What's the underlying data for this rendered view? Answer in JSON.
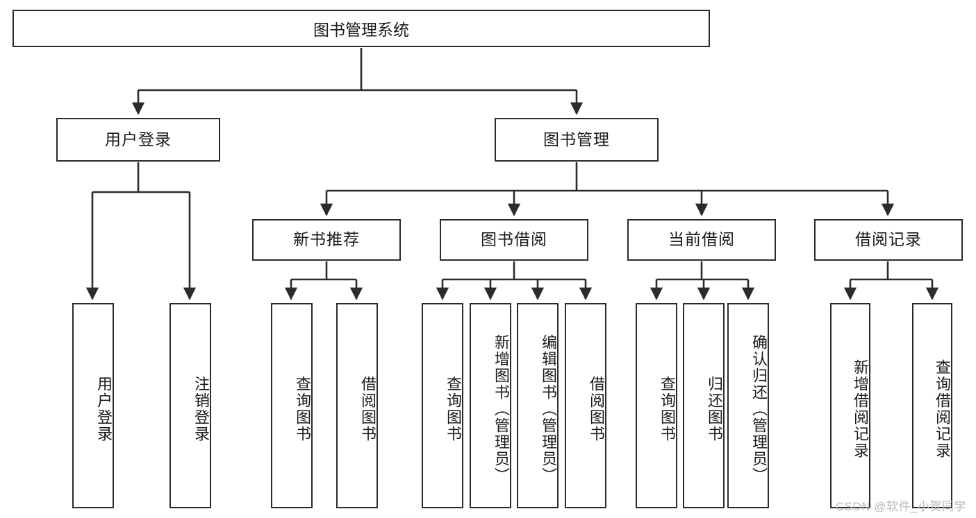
{
  "diagram": {
    "type": "tree",
    "title": "图书管理系统",
    "watermark": "CSDN @软件_小贺同学",
    "colors": {
      "box_border": "#2b2b2b",
      "box_fill": "#ffffff",
      "edge": "#2b2b2b",
      "text": "#1a1a1a",
      "watermark": "#b9b9b9"
    },
    "nodes": {
      "root": {
        "label": "图书管理系统"
      },
      "level2": [
        {
          "id": "user-login",
          "label": "用户登录"
        },
        {
          "id": "book-manage",
          "label": "图书管理"
        }
      ],
      "level3": [
        {
          "id": "new-book-recommend",
          "label": "新书推荐"
        },
        {
          "id": "book-borrow",
          "label": "图书借阅"
        },
        {
          "id": "current-borrow",
          "label": "当前借阅"
        },
        {
          "id": "borrow-record",
          "label": "借阅记录"
        }
      ],
      "leaves": {
        "user_login": [
          {
            "id": "leaf-user-login",
            "label": "用户登录"
          },
          {
            "id": "leaf-logout-login",
            "label": "注销登录"
          }
        ],
        "new_book_recommend": [
          {
            "id": "leaf-query-book-1",
            "label": "查询图书"
          },
          {
            "id": "leaf-borrow-book-1",
            "label": "借阅图书"
          }
        ],
        "book_borrow": [
          {
            "id": "leaf-query-book-2",
            "label": "查询图书"
          },
          {
            "id": "leaf-add-book",
            "label": "新增图书（管理员）"
          },
          {
            "id": "leaf-edit-book",
            "label": "编辑图书（管理员）"
          },
          {
            "id": "leaf-borrow-book-2",
            "label": "借阅图书"
          }
        ],
        "current_borrow": [
          {
            "id": "leaf-query-book-3",
            "label": "查询图书"
          },
          {
            "id": "leaf-return-book",
            "label": "归还图书"
          },
          {
            "id": "leaf-confirm-return",
            "label": "确认归还（管理员）"
          }
        ],
        "borrow_record": [
          {
            "id": "leaf-add-borrow-record",
            "label": "新增借阅记录"
          },
          {
            "id": "leaf-query-borrow-record",
            "label": "查询借阅记录"
          }
        ]
      }
    }
  }
}
